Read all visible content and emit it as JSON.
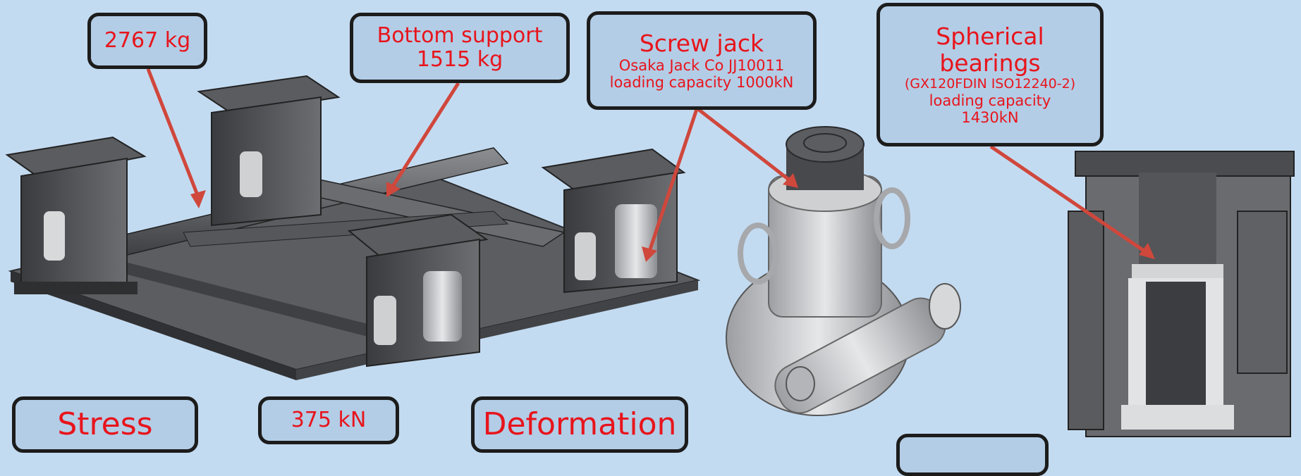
{
  "callouts": {
    "mass_total": {
      "text": "2767 kg"
    },
    "bottom_support": {
      "line1": "Bottom support",
      "line2": "1515 kg"
    },
    "screw_jack": {
      "title": "Screw jack",
      "line1": "Osaka Jack Co JJ10011",
      "line2": "loading capacity 1000kN"
    },
    "spherical_bearings": {
      "title1": "Spherical",
      "title2": "bearings",
      "line1": "(GX120FDIN ISO12240-2)",
      "line2": "loading capacity",
      "line3": "1430kN"
    },
    "stress": {
      "text": "Stress"
    },
    "load": {
      "text": "375 kN"
    },
    "deformation": {
      "text": "Deformation"
    },
    "unlabeled_box": {
      "text": ""
    }
  },
  "colors": {
    "background": "#c3dbf1",
    "callout_fill": "#b3cde6",
    "callout_text": "#e8141c",
    "arrow": "#d0473c",
    "outline": "#1c1c1c"
  }
}
